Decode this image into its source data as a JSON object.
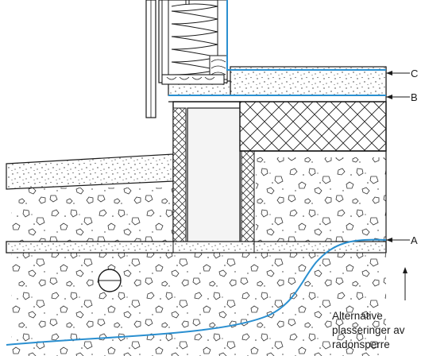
{
  "labels": {
    "c": "C",
    "b": "B",
    "a": "A"
  },
  "caption": {
    "line1": "Alternative",
    "line2": "plasseringer av",
    "line3": "radonsperre"
  },
  "colors": {
    "radon_barrier": "#2a8fd0",
    "line": "#1a1a1a",
    "fill_light": "#ececec",
    "fill_insulation_board": "#f4f4f4"
  }
}
